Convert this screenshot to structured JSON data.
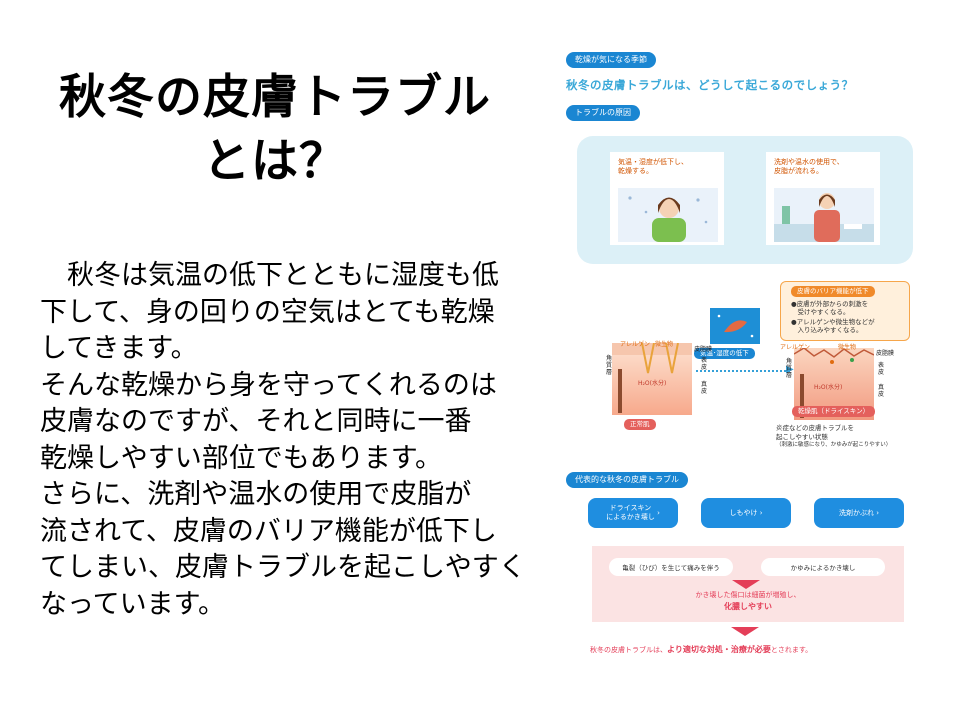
{
  "slide": {
    "title_line1": "秋冬の皮膚トラブル",
    "title_line2": "とは？",
    "body": [
      "　秋冬は気温の低下とともに湿度も低",
      "下して、身の回りの空気はとても乾燥",
      "してきます。",
      "そんな乾燥から身を守ってくれるのは",
      "皮膚なのですが、それと同時に一番",
      "乾燥しやすい部位でもあります。",
      "さらに、洗剤や温水の使用で皮脂が",
      "流されて、皮膚のバリア機能が低下し",
      "てしまい、皮膚トラブルを起こしやすく",
      "なっています。"
    ]
  },
  "infographic": {
    "colors": {
      "blue_label": "#1a86d2",
      "heading": "#3aa8d8",
      "panel": "#dcf0f7",
      "orange": "#d15400",
      "pink": "#e43e58"
    },
    "season_tag": "乾燥が気になる季節",
    "heading": "秋冬の皮膚トラブルは、どうして起こるのでしょう？",
    "cause_tag": "トラブルの原因",
    "cause1": "気温・湿度が低下し、\n乾燥する。",
    "cause2": "洗剤や温水の使用で、\n皮脂が流れる。",
    "barrier_title": "皮膚のバリア機能が低下",
    "barrier_point1": "●皮膚が外部からの刺激を\n　受けやすくなる。",
    "barrier_point2": "●アレルゲンや微生物などが\n　入り込みやすくなる。",
    "dryness_tag": "気温･湿度の低下",
    "normal_skin": "正常肌",
    "dry_skin": "乾燥肌（ドライスキン）",
    "labels": {
      "allergen": "アレルゲン",
      "microbe": "微生物",
      "sebum": "皮脂膜",
      "stratum": "角\n質\n層",
      "epidermis": "表\n皮",
      "dermis": "真\n皮",
      "water": "H₂O(水分)"
    },
    "dry_note1": "炎症などの皮膚トラブルを",
    "dry_note2": "起こしやすい状態",
    "dry_note3": "（刺激に敏感になり、かゆみが起こりやすい）",
    "typical_tag": "代表的な秋冬の皮膚トラブル",
    "troubles": [
      "ドライスキン\nによるかき壊し",
      "しもやけ",
      "洗剤かぶれ"
    ],
    "result_left": "亀裂（ひび）を生じて痛みを伴う",
    "result_right": "かゆみによるかき壊し",
    "result_line1": "かき壊した傷口は細菌が増殖し、",
    "result_line2": "化膿しやすい",
    "footer_pre": "秋冬の皮膚トラブルは、",
    "footer_em": "より適切な対処・治療が必要",
    "footer_post": "とされます。"
  }
}
